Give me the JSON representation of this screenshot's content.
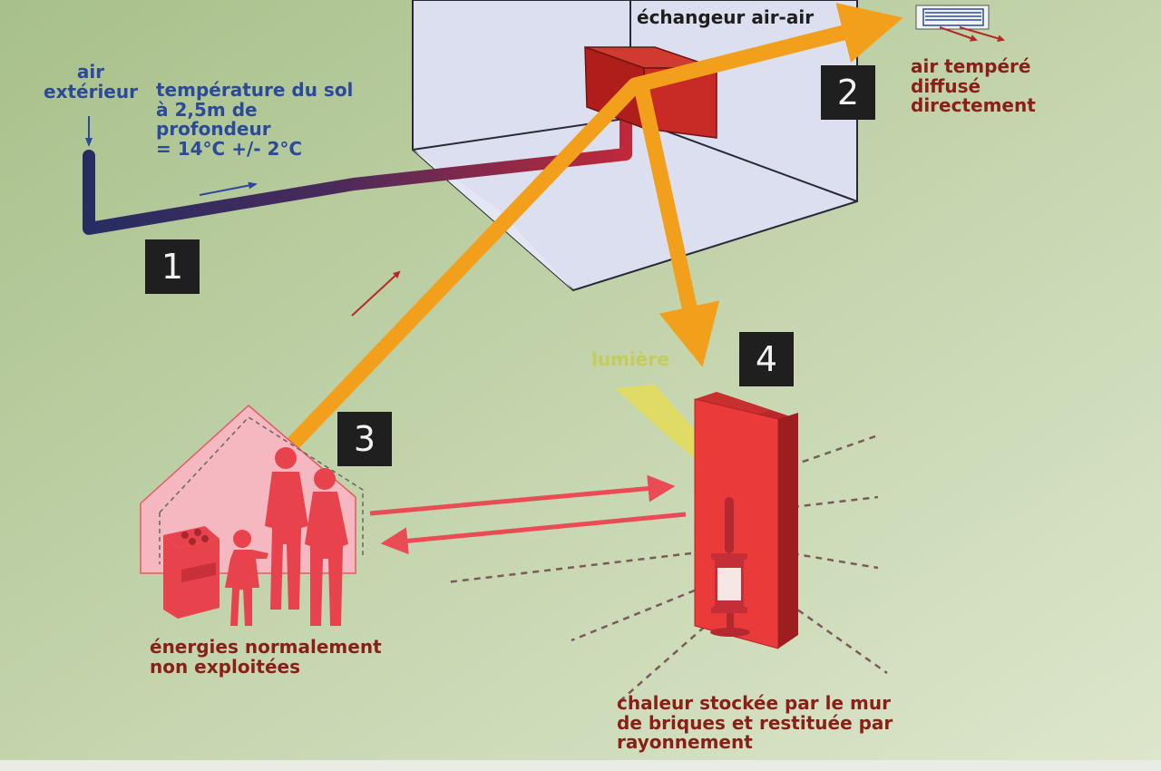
{
  "colors": {
    "background": "#c8d8b4",
    "building_outline": "#2a2a34",
    "building_face": "#dcdff0",
    "exchanger": "#c2241e",
    "flow_arrow": "#f2a01c",
    "ground_pipe_cold": "#2c3266",
    "ground_pipe_warm": "#b6253b",
    "brick_wall": "#ea3a3a",
    "people": "#e8434c",
    "room_fill": "#f5b8c0",
    "label_blue": "#2b4a9a",
    "label_dark_red": "#8a1f18",
    "light": "#e2dc5c"
  },
  "labels": {
    "air_exterieur": [
      "air",
      "extérieur"
    ],
    "temperature_sol": [
      "température du sol",
      "à 2,5m de",
      "profondeur",
      "= 14°C  +/- 2°C"
    ],
    "echangeur": "échangeur air-air",
    "air_tempere": [
      "air tempéré",
      "diffusé",
      "directement"
    ],
    "lumiere": "lumière",
    "energies": [
      "énergies normalement",
      "non exploitées"
    ],
    "chaleur": [
      "chaleur stockée par le mur",
      "de briques et restituée par",
      "rayonnement"
    ]
  },
  "steps": [
    "1",
    "2",
    "3",
    "4"
  ],
  "icons": {
    "diffuser": "air-diffuser-icon",
    "stove": "stove-icon",
    "stove_heater": "wood-stove-icon",
    "family": "family-icon"
  }
}
